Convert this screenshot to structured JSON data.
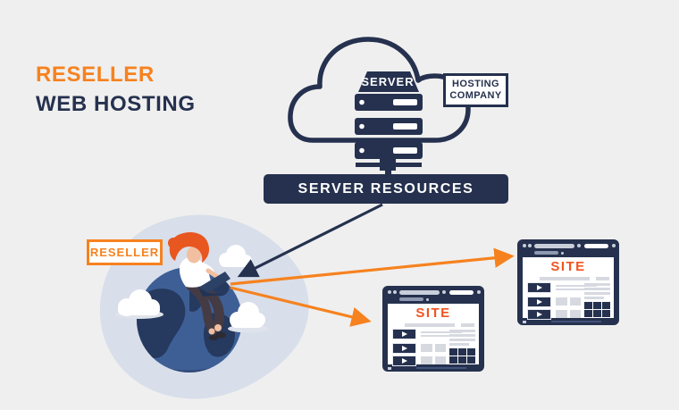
{
  "title": {
    "line1": "RESELLER",
    "line2": "WEB HOSTING"
  },
  "cloud": {
    "server_label": "SERVER",
    "company_line1": "HOSTING",
    "company_line2": "COMPANY"
  },
  "server_resources": {
    "label": "SERVER RESOURCES"
  },
  "reseller": {
    "label": "RESELLER"
  },
  "sites": [
    {
      "label": "SITE"
    },
    {
      "label": "SITE"
    }
  ],
  "colors": {
    "background": "#efefef",
    "navy": "#25314e",
    "orange": "#f6821f",
    "site_orange": "#f2531f",
    "hair_orange": "#e8571f",
    "globe_blue": "#3d5f95",
    "continent_navy": "#26395e",
    "blob_gray": "#d8deea",
    "skin": "#f2bfa0",
    "white": "#ffffff"
  }
}
